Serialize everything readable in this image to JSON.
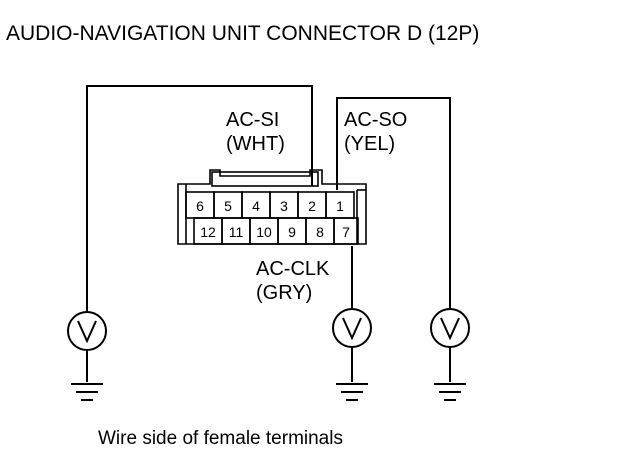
{
  "title": "AUDIO-NAVIGATION UNIT CONNECTOR D (12P)",
  "caption": "Wire side of female terminals",
  "wires": {
    "ac_si": {
      "name": "AC-SI",
      "color": "(WHT)"
    },
    "ac_so": {
      "name": "AC-SO",
      "color": "(YEL)"
    },
    "ac_clk": {
      "name": "AC-CLK",
      "color": "(GRY)"
    }
  },
  "connector": {
    "top_row": [
      "6",
      "5",
      "4",
      "3",
      "2",
      "1"
    ],
    "bottom_row": [
      "12",
      "11",
      "10",
      "9",
      "8",
      "7"
    ]
  },
  "meters": [
    {
      "symbol": "V",
      "icon": "voltmeter-icon"
    },
    {
      "symbol": "V",
      "icon": "voltmeter-icon"
    },
    {
      "symbol": "V",
      "icon": "voltmeter-icon"
    }
  ],
  "ground_icon": "ground-icon"
}
